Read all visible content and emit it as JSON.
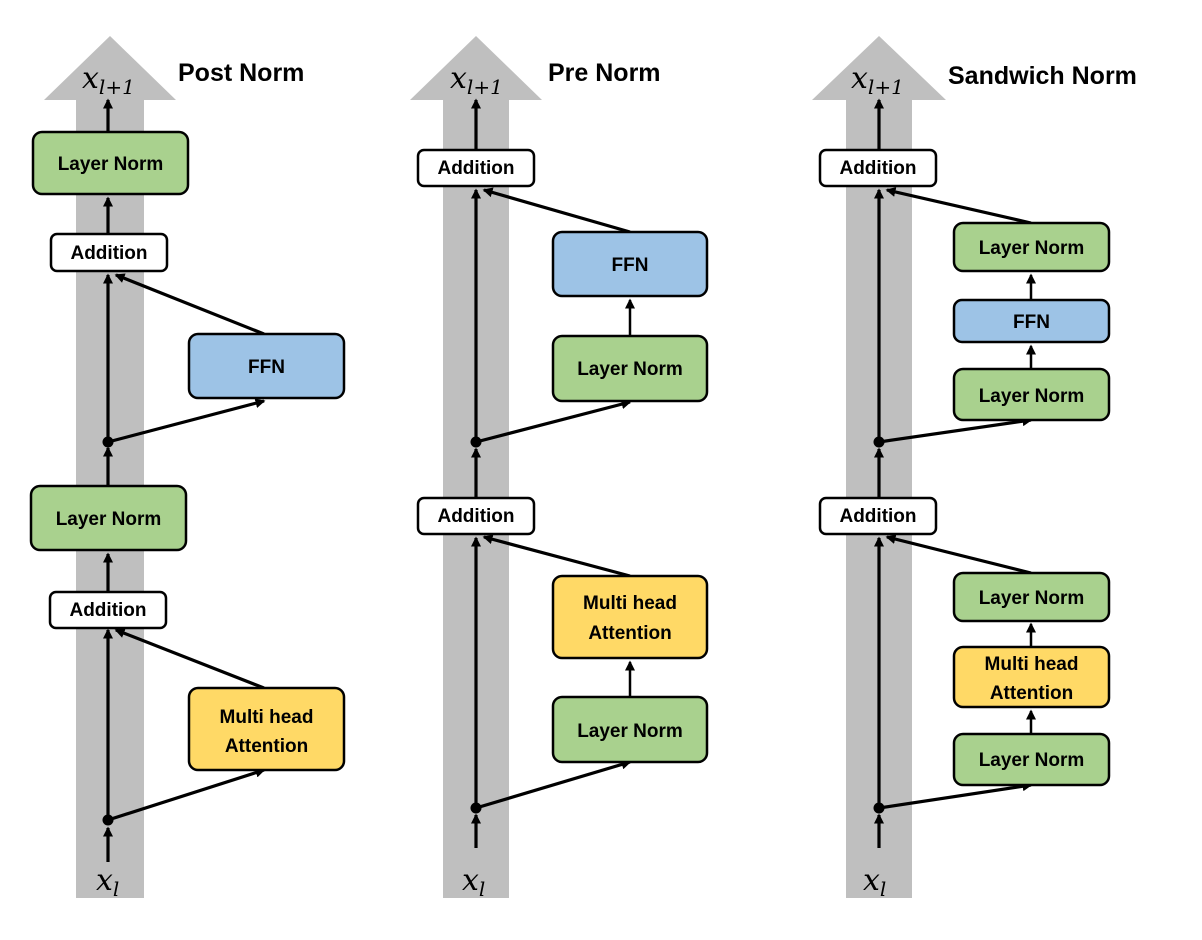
{
  "columns": [
    {
      "title": "Post Norm",
      "input": {
        "base": "x",
        "sub": "l"
      },
      "output": {
        "base": "x",
        "sub": "l+1"
      },
      "blocks": {
        "ln_top": "Layer Norm",
        "add_top": "Addition",
        "ffn": "FFN",
        "ln_mid": "Layer Norm",
        "add_bottom": "Addition",
        "mha": [
          "Multi head",
          "Attention"
        ]
      }
    },
    {
      "title": "Pre Norm",
      "input": {
        "base": "x",
        "sub": "l"
      },
      "output": {
        "base": "x",
        "sub": "l+1"
      },
      "blocks": {
        "add_top": "Addition",
        "ffn": "FFN",
        "ln_ffn": "Layer Norm",
        "add_bottom": "Addition",
        "mha": [
          "Multi head",
          "Attention"
        ],
        "ln_mha": "Layer Norm"
      }
    },
    {
      "title": "Sandwich Norm",
      "input": {
        "base": "x",
        "sub": "l"
      },
      "output": {
        "base": "x",
        "sub": "l+1"
      },
      "blocks": {
        "add_top": "Addition",
        "ln_ffn_post": "Layer Norm",
        "ffn": "FFN",
        "ln_ffn_pre": "Layer Norm",
        "add_bottom": "Addition",
        "ln_mha_post": "Layer Norm",
        "mha": [
          "Multi head",
          "Attention"
        ],
        "ln_mha_pre": "Layer Norm"
      }
    }
  ],
  "colors": {
    "layer_norm": "#a9d18e",
    "addition": "#ffffff",
    "ffn": "#9dc3e6",
    "attention": "#ffd966",
    "residual_stream": "#bfbfbf"
  }
}
